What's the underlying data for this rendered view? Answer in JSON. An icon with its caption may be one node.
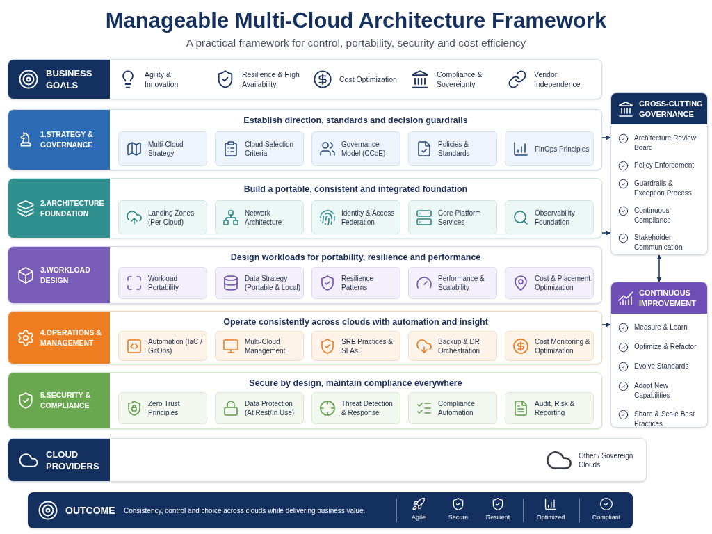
{
  "diagram": {
    "title": "Manageable Multi-Cloud Architecture Framework",
    "nodes": [
      {
        "text": [
          "BUSINESS GOALS",
          "Agility & Innovation",
          "Resilience & High Availability",
          "Cost Optimization",
          "Compliance & Sovereignty",
          "Vendor Independence"
        ]
      },
      {
        "text": [
          "1.STRATEGY & GOVERNANCE",
          "Establish direction, standards and decision guardrails"
        ]
      },
      {
        "text": [
          "Multi-Cloud Strategy"
        ],
        "in": 1
      },
      {
        "text": [
          "Cloud Selection Criteria"
        ],
        "in": 1
      },
      {
        "text": [
          "Governance Model (CCoE)"
        ],
        "in": 1
      },
      {
        "text": [
          "Policies & Standards"
        ],
        "in": 1
      },
      {
        "text": [
          "FinOps Principles"
        ],
        "in": 1
      },
      {
        "text": [
          "2.ARCHITECTURE FOUNDATION",
          "Build a portable, consistent and integrated foundation"
        ]
      },
      {
        "text": [
          "Landing Zones (Per Cloud)"
        ],
        "in": 7
      },
      {
        "text": [
          "Network Architecture"
        ],
        "in": 7
      },
      {
        "text": [
          "Identity & Access Federation"
        ],
        "in": 7
      },
      {
        "text": [
          "Core Platform Services"
        ],
        "in": 7
      },
      {
        "text": [
          "Observability Foundation"
        ],
        "in": 7
      },
      {
        "text": [
          "3.WORKLOAD DESIGN",
          "Design workloads for portability, resilience and performance"
        ]
      },
      {
        "text": [
          "Workload Portability"
        ],
        "in": 13
      },
      {
        "text": [
          "Data Strategy (Portable & Local)"
        ],
        "in": 13
      },
      {
        "text": [
          "Resilience Patterns"
        ],
        "in": 13
      },
      {
        "text": [
          "Performance & Scalability"
        ],
        "in": 13
      },
      {
        "text": [
          "Cost & Placement Optimization"
        ],
        "in": 13
      },
      {
        "text": [
          "4.OPERATIONS & MANAGEMENT",
          "Operate consistently across clouds with automation and insight"
        ]
      },
      {
        "text": [
          "Automation (IaC / GitOps)"
        ],
        "in": 19
      },
      {
        "text": [
          "Multi-Cloud Management"
        ],
        "in": 19
      },
      {
        "text": [
          "SRE Practices & SLAs"
        ],
        "in": 19
      },
      {
        "text": [
          "Backup & DR Orchestration"
        ],
        "in": 19
      },
      {
        "text": [
          "Cost Monitoring & Optimization"
        ],
        "in": 19
      },
      {
        "text": [
          "5.SECURITY & COMPLIANCE",
          "Secure by design, maintain compliance everywhere"
        ]
      },
      {
        "text": [
          "Zero Trust Principles"
        ],
        "in": 25
      },
      {
        "text": [
          "Data Protection (At Rest/In Use)"
        ],
        "in": 25
      },
      {
        "text": [
          "Threat Detection & Response"
        ],
        "in": 25
      },
      {
        "text": [
          "Compliance Automation"
        ],
        "in": 25
      },
      {
        "text": [
          "Audit, Risk & Reporting"
        ],
        "in": 25
      },
      {
        "text": [
          "CLOUD PROVIDERS",
          "Other / Sovereign Clouds"
        ]
      },
      {
        "text": [
          "OUTCOME",
          "Consistency, control and choice across clouds while delivering business value.",
          "Agile",
          "Secure",
          "Resilient",
          "Optimized",
          "Compliant"
        ]
      },
      {
        "text": [
          "CROSS-CUTTING GOVERNANCE",
          "Architecture Review Board",
          "Policy Enforcement",
          "Guardrails & Exception Process",
          "Continuous Compliance",
          "Stakeholder Communication"
        ]
      },
      {
        "text": [
          "CONTINUOUS IMPROVEMENT",
          "Measure & Learn",
          "Optimize & Refactor",
          "Evolve Standards",
          "Adopt New Capabilities",
          "Share & Scale Best Practices"
        ]
      }
    ],
    "edges": [
      {
        "from": 1,
        "to": 33,
        "arrow": "to"
      },
      {
        "from": 7,
        "to": 33,
        "arrow": "to"
      },
      {
        "from": 19,
        "to": 34,
        "arrow": "to"
      },
      {
        "from": 33,
        "to": 34,
        "arrow": "both"
      }
    ],
    "labels": [
      "A practical framework for control, portability, security and cost efficiency"
    ]
  }
}
